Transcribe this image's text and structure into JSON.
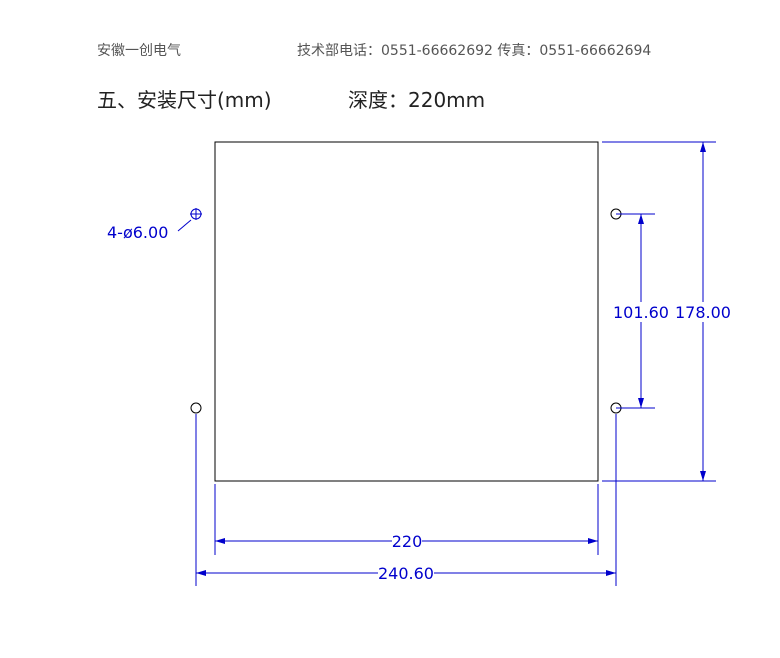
{
  "header": {
    "company": "安徽一创电气",
    "contact": "技术部电话：0551-66662692 传真：0551-66662694"
  },
  "section": {
    "title": "五、安装尺寸(mm)",
    "depth": "深度：220mm"
  },
  "dimensions": {
    "holes_label": "4-ø6.00",
    "hole_spacing": "101.60",
    "height": "178.00",
    "body_width": "220",
    "mount_width": "240.60"
  },
  "colors": {
    "outline": "#000000",
    "dimension": "#0000cc"
  }
}
